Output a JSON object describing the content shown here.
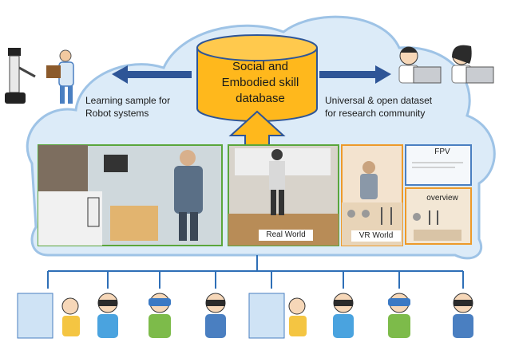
{
  "database": {
    "line1": "Social and",
    "line2": "Embodied skill",
    "line3": "database"
  },
  "left_caption": {
    "line1": "Learning sample for",
    "line2": "Robot systems"
  },
  "right_caption": {
    "line1": "Universal & open dataset",
    "line2": "for research community"
  },
  "panels": {
    "real_world": "Real World",
    "vr_world": "VR World",
    "fpv": "FPV",
    "overview": "overview"
  },
  "colors": {
    "cloud_fill": "#dcebf8",
    "cloud_stroke": "#9ec3e6",
    "arrow_blue": "#2e5597",
    "database_fill": "#ffb81c",
    "database_stroke": "#2e5597",
    "panel_border_green": "#5aa63c",
    "panel_border_orange": "#ed9a2a",
    "panel_border_blue": "#4a7fc1",
    "tree_line": "#2e6fb7"
  },
  "icons": [
    "robot-icon",
    "researcher-icon",
    "vr-user-icon"
  ]
}
